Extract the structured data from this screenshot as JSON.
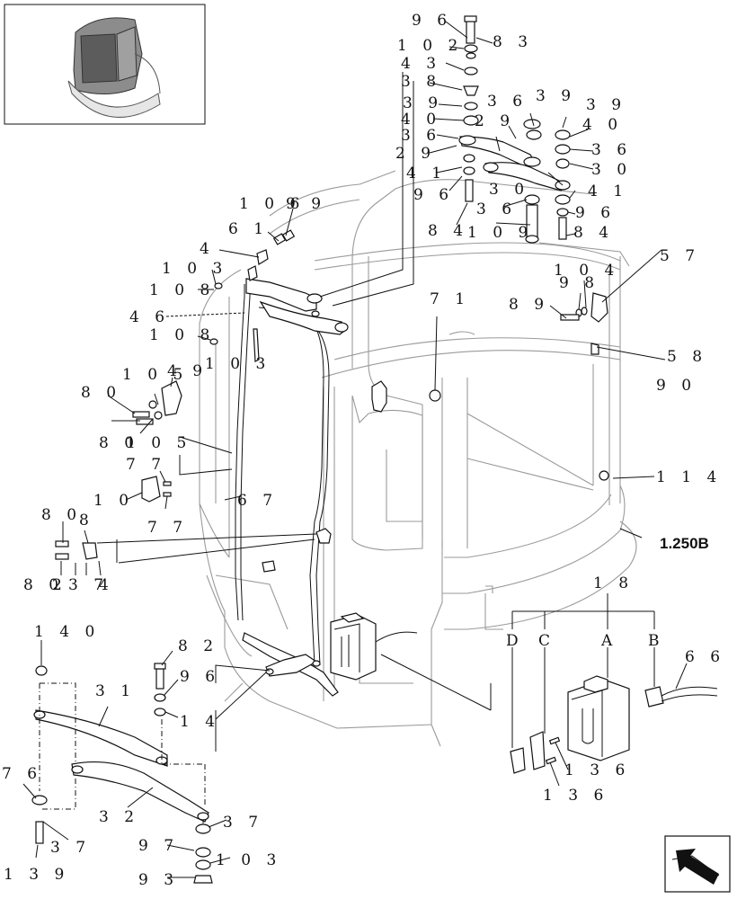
{
  "diagram": {
    "reference": "1.250B",
    "callouts": {
      "c96_top": "9 6",
      "c83": "8 3",
      "c102": "1 0 2",
      "c43": "4 3",
      "c38": "3 8",
      "c39_l": "3 9",
      "c40_l": "4 0",
      "c36_l": "3 6",
      "c29_l": "2 9",
      "c41_l": "4 1",
      "c96_l": "9 6",
      "c84_l": "8 4",
      "c109": "1 0 9",
      "c36_m": "3 6",
      "c29_m": "2 9",
      "c39_m": "3 9",
      "c30_m": "3 0",
      "c36_m2": "3 6",
      "c39_r": "3 9",
      "c40_r": "4 0",
      "c36_r": "3 6",
      "c30_r": "3 0",
      "c41_r": "4 1",
      "c96_r": "9 6",
      "c84_r": "8 4",
      "c106": "1 0 6",
      "c99": "9 9",
      "c61": "6 1",
      "c4_top": "4",
      "c103_a": "1 0 3",
      "c108_a": "1 0 8",
      "c46": "4 6",
      "c108_b": "1 0 8",
      "c103_b": "1 0 3",
      "c71": "7 1",
      "c57": "5 7",
      "c98": "9 8",
      "c104": "1 0 4",
      "c89": "8 9",
      "c58": "5 8",
      "c90": "9 0",
      "c114": "1 1 4",
      "c105_a": "1 0 5",
      "c49": "4 9",
      "c80_a": "8 0",
      "c80_b": "8 0",
      "c105_b": "1 0 5",
      "c77_a": "7 7",
      "c10": "1 0",
      "c77_b": "7 7",
      "c67": "6 7",
      "c80_c": "8 0",
      "c8": "8",
      "c80_d": "8 0",
      "c2": "2",
      "c37_a": "3 7",
      "c4_b": "4",
      "c140": "1 4 0",
      "c82": "8 2",
      "c96_b": "9 6",
      "c14": "1 4",
      "c31": "3 1",
      "c76": "7 6",
      "c32": "3 2",
      "c37_b": "3 7",
      "c37_c": "3 7",
      "c139": "1 3 9",
      "c97": "9 7",
      "c103_c": "1 0 3",
      "c93": "9 3",
      "c18": "1 8",
      "lD": "D",
      "lC": "C",
      "lA": "A",
      "lB": "B",
      "c66": "6 6",
      "c136_a": "1 3 6",
      "c136_b": "1 3 6"
    }
  }
}
